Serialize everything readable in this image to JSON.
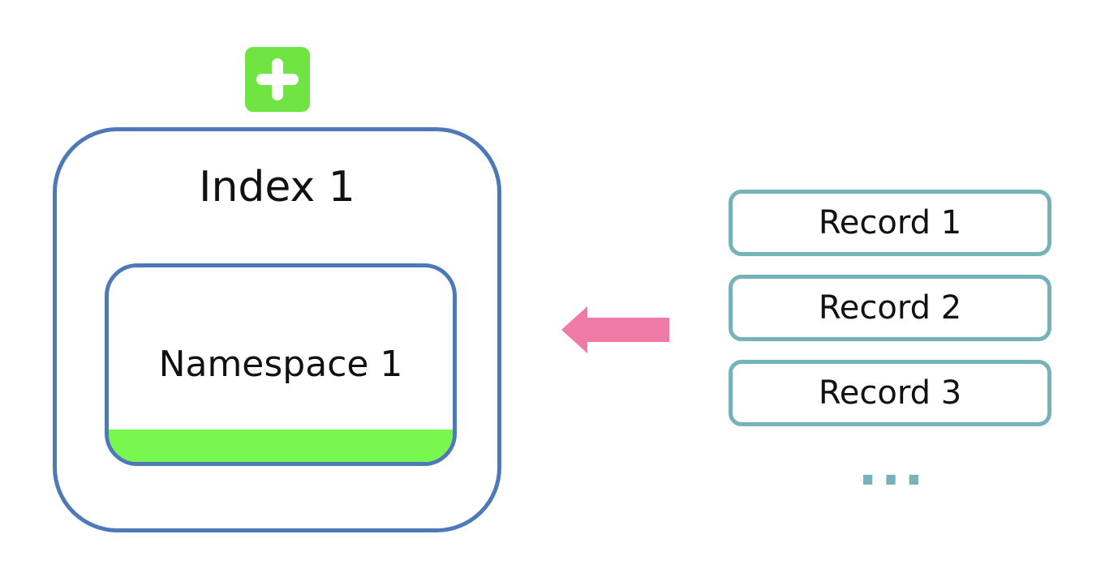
{
  "colors": {
    "index_border": "#4e79b8",
    "plus_badge": "#6fe443",
    "namespace_fill": "#79f74f",
    "arrow": "#ef7aa6",
    "record_border": "#76b3b8"
  },
  "icons": {
    "badge": "plus-icon",
    "arrow": "arrow-left-icon"
  },
  "index": {
    "title": "Index 1",
    "namespace": {
      "title": "Namespace 1"
    }
  },
  "records": [
    "Record 1",
    "Record 2",
    "Record 3"
  ],
  "records_more": "..."
}
